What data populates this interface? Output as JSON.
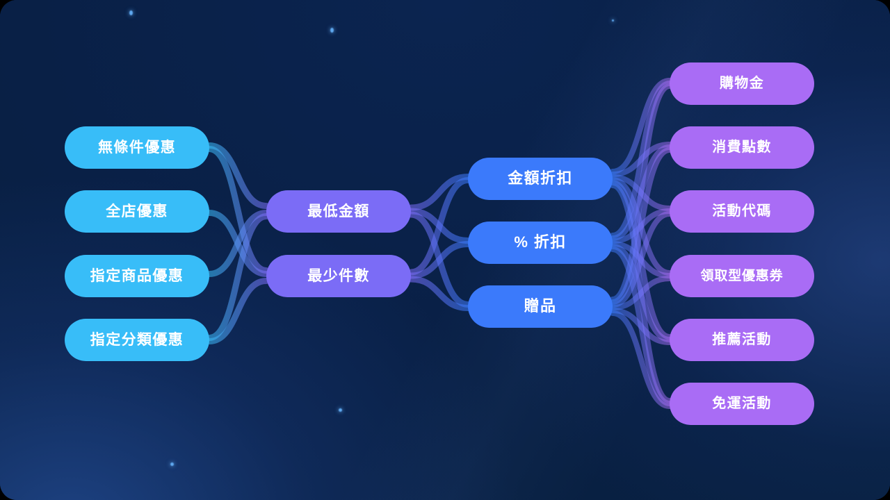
{
  "diagram": {
    "type": "sankey-flow",
    "title": "",
    "background_color": "#0a2149",
    "columns": [
      {
        "id": "col-scope",
        "color": "#38bdf8",
        "nodes": [
          {
            "label": "無條件優惠"
          },
          {
            "label": "全店優惠"
          },
          {
            "label": "指定商品優惠"
          },
          {
            "label": "指定分類優惠"
          }
        ]
      },
      {
        "id": "col-threshold",
        "color": "#7b6cf6",
        "nodes": [
          {
            "label": "最低金額"
          },
          {
            "label": "最少件數"
          }
        ]
      },
      {
        "id": "col-benefit",
        "color": "#3b7afb",
        "nodes": [
          {
            "label": "金額折扣"
          },
          {
            "label": "% 折扣"
          },
          {
            "label": "贈品"
          }
        ]
      },
      {
        "id": "col-campaign",
        "color": "#a96cf5",
        "nodes": [
          {
            "label": "購物金"
          },
          {
            "label": "消費點數"
          },
          {
            "label": "活動代碼"
          },
          {
            "label": "領取型優惠券"
          },
          {
            "label": "推薦活動"
          },
          {
            "label": "免運活動"
          }
        ]
      }
    ]
  }
}
